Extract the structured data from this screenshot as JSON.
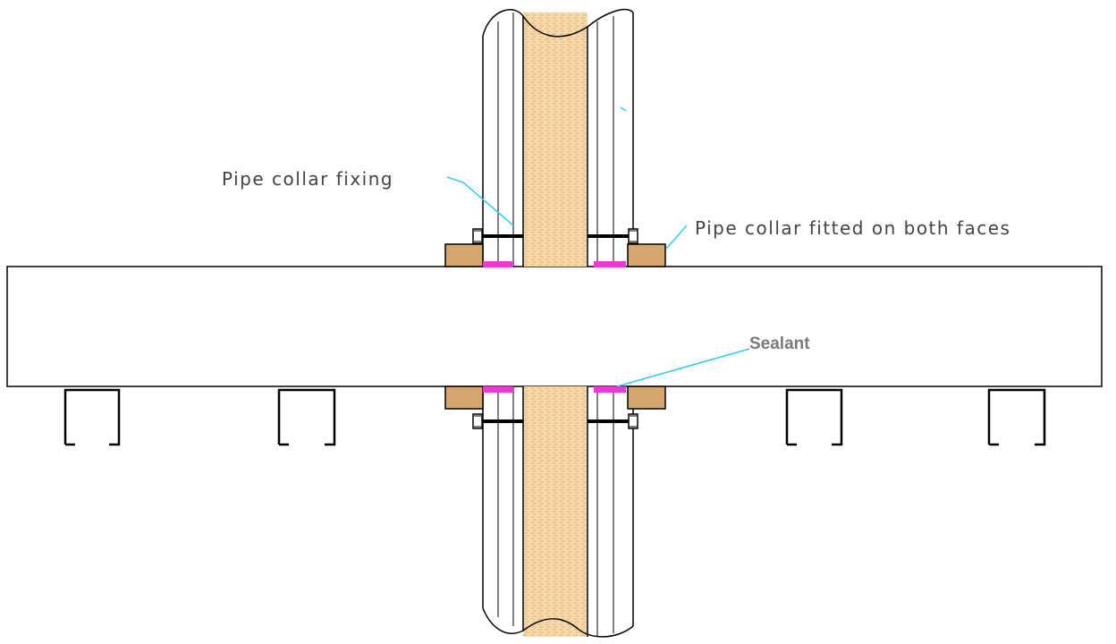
{
  "labels": {
    "pipe_collar_fixing": "Pipe collar fixing",
    "pipe_collar_both_faces": "Pipe collar fitted on both faces",
    "sealant": "Sealant"
  },
  "colors": {
    "line": "#000000",
    "leader": "#33ccee",
    "collar": "#d7a56e",
    "insulation": "#f6dcae",
    "insulation_dash": "#e3b06a",
    "sealant": "#e83ad6",
    "label_text": "#444444"
  }
}
